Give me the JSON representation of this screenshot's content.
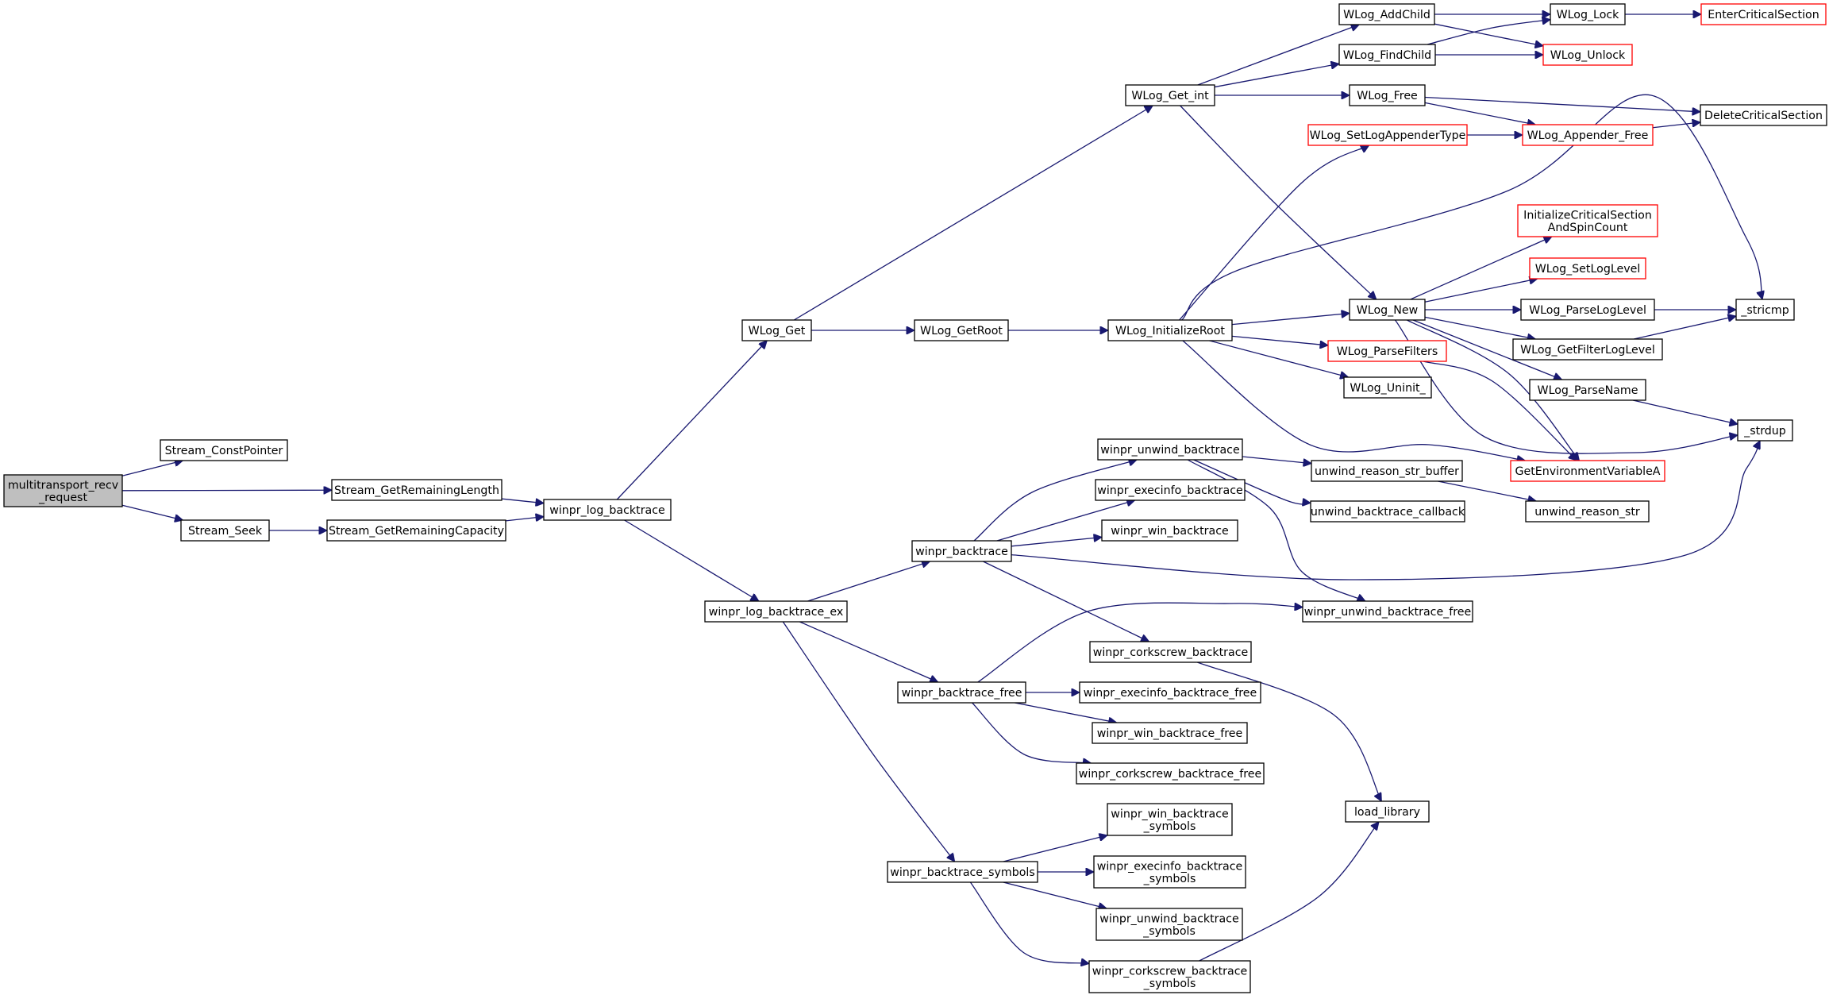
{
  "colors": {
    "edge": "#191970",
    "node_border": "#000000",
    "node_border_red": "#ff0000",
    "root_fill": "#bfbfbf",
    "node_fill": "#ffffff"
  },
  "nodes": [
    {
      "id": "root",
      "lines": [
        "multitransport_recv",
        "_request"
      ],
      "style": "root"
    },
    {
      "id": "stream_constpointer",
      "lines": [
        "Stream_ConstPointer"
      ],
      "style": "normal"
    },
    {
      "id": "stream_getremaininglength",
      "lines": [
        "Stream_GetRemainingLength"
      ],
      "style": "normal"
    },
    {
      "id": "stream_seek",
      "lines": [
        "Stream_Seek"
      ],
      "style": "normal"
    },
    {
      "id": "stream_getremainingcapacity",
      "lines": [
        "Stream_GetRemainingCapacity"
      ],
      "style": "normal"
    },
    {
      "id": "winpr_log_backtrace",
      "lines": [
        "winpr_log_backtrace"
      ],
      "style": "normal"
    },
    {
      "id": "wlog_get",
      "lines": [
        "WLog_Get"
      ],
      "style": "normal"
    },
    {
      "id": "winpr_log_backtrace_ex",
      "lines": [
        "winpr_log_backtrace_ex"
      ],
      "style": "normal"
    },
    {
      "id": "wlog_getroot",
      "lines": [
        "WLog_GetRoot"
      ],
      "style": "normal"
    },
    {
      "id": "wlog_get_int",
      "lines": [
        "WLog_Get_int"
      ],
      "style": "normal"
    },
    {
      "id": "wlog_initializeroot",
      "lines": [
        "WLog_InitializeRoot"
      ],
      "style": "normal"
    },
    {
      "id": "wlog_addchild",
      "lines": [
        "WLog_AddChild"
      ],
      "style": "normal"
    },
    {
      "id": "wlog_findchild",
      "lines": [
        "WLog_FindChild"
      ],
      "style": "normal"
    },
    {
      "id": "wlog_free",
      "lines": [
        "WLog_Free"
      ],
      "style": "normal"
    },
    {
      "id": "wlog_lock",
      "lines": [
        "WLog_Lock"
      ],
      "style": "normal"
    },
    {
      "id": "wlog_unlock",
      "lines": [
        "WLog_Unlock"
      ],
      "style": "red"
    },
    {
      "id": "entercriticalsection",
      "lines": [
        "EnterCriticalSection"
      ],
      "style": "red"
    },
    {
      "id": "deletecriticalsection",
      "lines": [
        "DeleteCriticalSection"
      ],
      "style": "normal"
    },
    {
      "id": "wlog_setlogappendertype",
      "lines": [
        "WLog_SetLogAppenderType"
      ],
      "style": "red"
    },
    {
      "id": "wlog_appender_free",
      "lines": [
        "WLog_Appender_Free"
      ],
      "style": "red"
    },
    {
      "id": "initializecriticalsection",
      "lines": [
        "InitializeCriticalSection",
        "AndSpinCount"
      ],
      "style": "red"
    },
    {
      "id": "wlog_setloglevel",
      "lines": [
        "WLog_SetLogLevel"
      ],
      "style": "red"
    },
    {
      "id": "wlog_new",
      "lines": [
        "WLog_New"
      ],
      "style": "normal"
    },
    {
      "id": "wlog_parseloglevel",
      "lines": [
        "WLog_ParseLogLevel"
      ],
      "style": "normal"
    },
    {
      "id": "stricmp",
      "lines": [
        "_stricmp"
      ],
      "style": "normal"
    },
    {
      "id": "wlog_parsefilters",
      "lines": [
        "WLog_ParseFilters"
      ],
      "style": "red"
    },
    {
      "id": "wlog_getfilterloglevel",
      "lines": [
        "WLog_GetFilterLogLevel"
      ],
      "style": "normal"
    },
    {
      "id": "wlog_uninit",
      "lines": [
        "WLog_Uninit_"
      ],
      "style": "normal"
    },
    {
      "id": "wlog_parsename",
      "lines": [
        "WLog_ParseName"
      ],
      "style": "normal"
    },
    {
      "id": "strdup",
      "lines": [
        "_strdup"
      ],
      "style": "normal"
    },
    {
      "id": "getenvironmentvariablea",
      "lines": [
        "GetEnvironmentVariableA"
      ],
      "style": "red"
    },
    {
      "id": "winpr_unwind_backtrace",
      "lines": [
        "winpr_unwind_backtrace"
      ],
      "style": "normal"
    },
    {
      "id": "unwind_reason_str_buffer",
      "lines": [
        "unwind_reason_str_buffer"
      ],
      "style": "normal"
    },
    {
      "id": "winpr_execinfo_backtrace",
      "lines": [
        "winpr_execinfo_backtrace"
      ],
      "style": "normal"
    },
    {
      "id": "unwind_backtrace_callback",
      "lines": [
        "unwind_backtrace_callback"
      ],
      "style": "normal"
    },
    {
      "id": "unwind_reason_str",
      "lines": [
        "unwind_reason_str"
      ],
      "style": "normal"
    },
    {
      "id": "winpr_win_backtrace",
      "lines": [
        "winpr_win_backtrace"
      ],
      "style": "normal"
    },
    {
      "id": "winpr_backtrace",
      "lines": [
        "winpr_backtrace"
      ],
      "style": "normal"
    },
    {
      "id": "winpr_unwind_backtrace_free",
      "lines": [
        "winpr_unwind_backtrace_free"
      ],
      "style": "normal"
    },
    {
      "id": "winpr_corkscrew_backtrace",
      "lines": [
        "winpr_corkscrew_backtrace"
      ],
      "style": "normal"
    },
    {
      "id": "winpr_backtrace_free",
      "lines": [
        "winpr_backtrace_free"
      ],
      "style": "normal"
    },
    {
      "id": "winpr_execinfo_backtrace_free",
      "lines": [
        "winpr_execinfo_backtrace_free"
      ],
      "style": "normal"
    },
    {
      "id": "winpr_win_backtrace_free",
      "lines": [
        "winpr_win_backtrace_free"
      ],
      "style": "normal"
    },
    {
      "id": "winpr_corkscrew_backtrace_free",
      "lines": [
        "winpr_corkscrew_backtrace_free"
      ],
      "style": "normal"
    },
    {
      "id": "load_library",
      "lines": [
        "load_library"
      ],
      "style": "normal"
    },
    {
      "id": "winpr_win_backtrace_symbols",
      "lines": [
        "winpr_win_backtrace",
        "_symbols"
      ],
      "style": "normal"
    },
    {
      "id": "winpr_backtrace_symbols",
      "lines": [
        "winpr_backtrace_symbols"
      ],
      "style": "normal"
    },
    {
      "id": "winpr_execinfo_backtrace_symbols",
      "lines": [
        "winpr_execinfo_backtrace",
        "_symbols"
      ],
      "style": "normal"
    },
    {
      "id": "winpr_unwind_backtrace_symbols",
      "lines": [
        "winpr_unwind_backtrace",
        "_symbols"
      ],
      "style": "normal"
    },
    {
      "id": "winpr_corkscrew_backtrace_symbols",
      "lines": [
        "winpr_corkscrew_backtrace",
        "_symbols"
      ],
      "style": "normal"
    }
  ],
  "edges": [
    [
      "root",
      "stream_constpointer"
    ],
    [
      "root",
      "stream_getremaininglength"
    ],
    [
      "root",
      "stream_seek"
    ],
    [
      "stream_seek",
      "stream_getremainingcapacity"
    ],
    [
      "stream_getremaininglength",
      "winpr_log_backtrace"
    ],
    [
      "stream_getremainingcapacity",
      "winpr_log_backtrace"
    ],
    [
      "winpr_log_backtrace",
      "wlog_get"
    ],
    [
      "winpr_log_backtrace",
      "winpr_log_backtrace_ex"
    ],
    [
      "wlog_get",
      "wlog_getroot"
    ],
    [
      "wlog_get",
      "wlog_get_int"
    ],
    [
      "wlog_getroot",
      "wlog_initializeroot"
    ],
    [
      "wlog_get_int",
      "wlog_addchild"
    ],
    [
      "wlog_get_int",
      "wlog_findchild"
    ],
    [
      "wlog_get_int",
      "wlog_free"
    ],
    [
      "wlog_get_int",
      "wlog_new"
    ],
    [
      "wlog_addchild",
      "wlog_lock"
    ],
    [
      "wlog_addchild",
      "wlog_unlock"
    ],
    [
      "wlog_findchild",
      "wlog_lock"
    ],
    [
      "wlog_findchild",
      "wlog_unlock"
    ],
    [
      "wlog_lock",
      "entercriticalsection"
    ],
    [
      "wlog_free",
      "deletecriticalsection"
    ],
    [
      "wlog_free",
      "wlog_appender_free"
    ],
    [
      "wlog_setlogappendertype",
      "wlog_appender_free"
    ],
    [
      "wlog_appender_free",
      "deletecriticalsection"
    ],
    [
      "wlog_initializeroot",
      "wlog_setlogappendertype"
    ],
    [
      "wlog_initializeroot",
      "stricmp"
    ],
    [
      "wlog_initializeroot",
      "wlog_new"
    ],
    [
      "wlog_initializeroot",
      "wlog_parsefilters"
    ],
    [
      "wlog_initializeroot",
      "wlog_uninit"
    ],
    [
      "wlog_initializeroot",
      "getenvironmentvariablea"
    ],
    [
      "wlog_new",
      "initializecriticalsection"
    ],
    [
      "wlog_new",
      "wlog_setloglevel"
    ],
    [
      "wlog_new",
      "wlog_parseloglevel"
    ],
    [
      "wlog_new",
      "wlog_getfilterloglevel"
    ],
    [
      "wlog_new",
      "wlog_parsename"
    ],
    [
      "wlog_new",
      "strdup"
    ],
    [
      "wlog_new",
      "getenvironmentvariablea"
    ],
    [
      "wlog_parseloglevel",
      "stricmp"
    ],
    [
      "wlog_getfilterloglevel",
      "stricmp"
    ],
    [
      "wlog_parsename",
      "strdup"
    ],
    [
      "wlog_parsefilters",
      "getenvironmentvariablea"
    ],
    [
      "winpr_log_backtrace_ex",
      "winpr_backtrace"
    ],
    [
      "winpr_log_backtrace_ex",
      "winpr_backtrace_free"
    ],
    [
      "winpr_log_backtrace_ex",
      "winpr_backtrace_symbols"
    ],
    [
      "winpr_backtrace",
      "winpr_unwind_backtrace"
    ],
    [
      "winpr_backtrace",
      "winpr_execinfo_backtrace"
    ],
    [
      "winpr_backtrace",
      "winpr_win_backtrace"
    ],
    [
      "winpr_backtrace",
      "strdup"
    ],
    [
      "winpr_backtrace",
      "winpr_corkscrew_backtrace"
    ],
    [
      "winpr_unwind_backtrace",
      "unwind_reason_str_buffer"
    ],
    [
      "winpr_unwind_backtrace",
      "unwind_backtrace_callback"
    ],
    [
      "winpr_unwind_backtrace",
      "winpr_unwind_backtrace_free"
    ],
    [
      "unwind_reason_str_buffer",
      "unwind_reason_str"
    ],
    [
      "winpr_backtrace_free",
      "winpr_unwind_backtrace_free"
    ],
    [
      "winpr_backtrace_free",
      "winpr_execinfo_backtrace_free"
    ],
    [
      "winpr_backtrace_free",
      "winpr_win_backtrace_free"
    ],
    [
      "winpr_backtrace_free",
      "winpr_corkscrew_backtrace_free"
    ],
    [
      "winpr_corkscrew_backtrace",
      "load_library"
    ],
    [
      "winpr_backtrace_symbols",
      "winpr_win_backtrace_symbols"
    ],
    [
      "winpr_backtrace_symbols",
      "winpr_execinfo_backtrace_symbols"
    ],
    [
      "winpr_backtrace_symbols",
      "winpr_unwind_backtrace_symbols"
    ],
    [
      "winpr_backtrace_symbols",
      "winpr_corkscrew_backtrace_symbols"
    ],
    [
      "winpr_corkscrew_backtrace_symbols",
      "load_library"
    ]
  ]
}
